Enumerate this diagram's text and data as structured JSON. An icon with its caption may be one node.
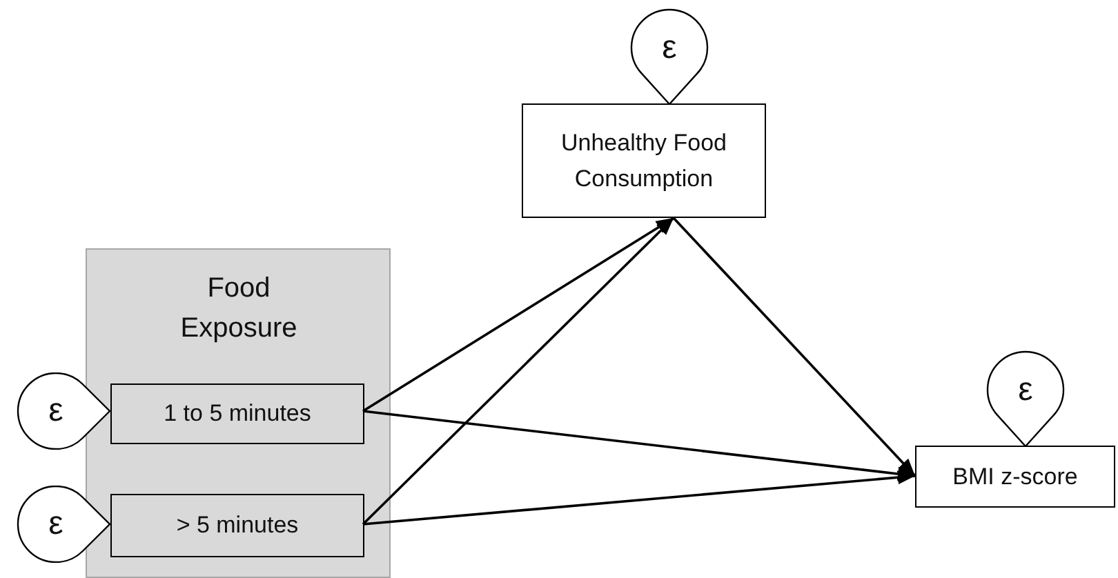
{
  "diagram": {
    "nodes": [
      {
        "text": [
          "Food Exposure"
        ]
      },
      {
        "text": [
          "1 to 5 minutes"
        ],
        "in": 0
      },
      {
        "text": [
          "> 5 minutes"
        ],
        "in": 0
      },
      {
        "text": [
          "Unhealthy Food Consumption"
        ]
      },
      {
        "text": [
          "BMI z-score"
        ]
      },
      {
        "text": [
          "ε"
        ]
      },
      {
        "text": [
          "ε"
        ]
      },
      {
        "text": [
          "ε"
        ]
      },
      {
        "text": [
          "ε"
        ]
      }
    ],
    "edges": [
      {
        "from": 1,
        "to": 3,
        "arrow": "to"
      },
      {
        "from": 2,
        "to": 3,
        "arrow": "to"
      },
      {
        "from": 1,
        "to": 4,
        "arrow": "to"
      },
      {
        "from": 2,
        "to": 4,
        "arrow": "to"
      },
      {
        "from": 3,
        "to": 4,
        "arrow": "to"
      }
    ]
  }
}
